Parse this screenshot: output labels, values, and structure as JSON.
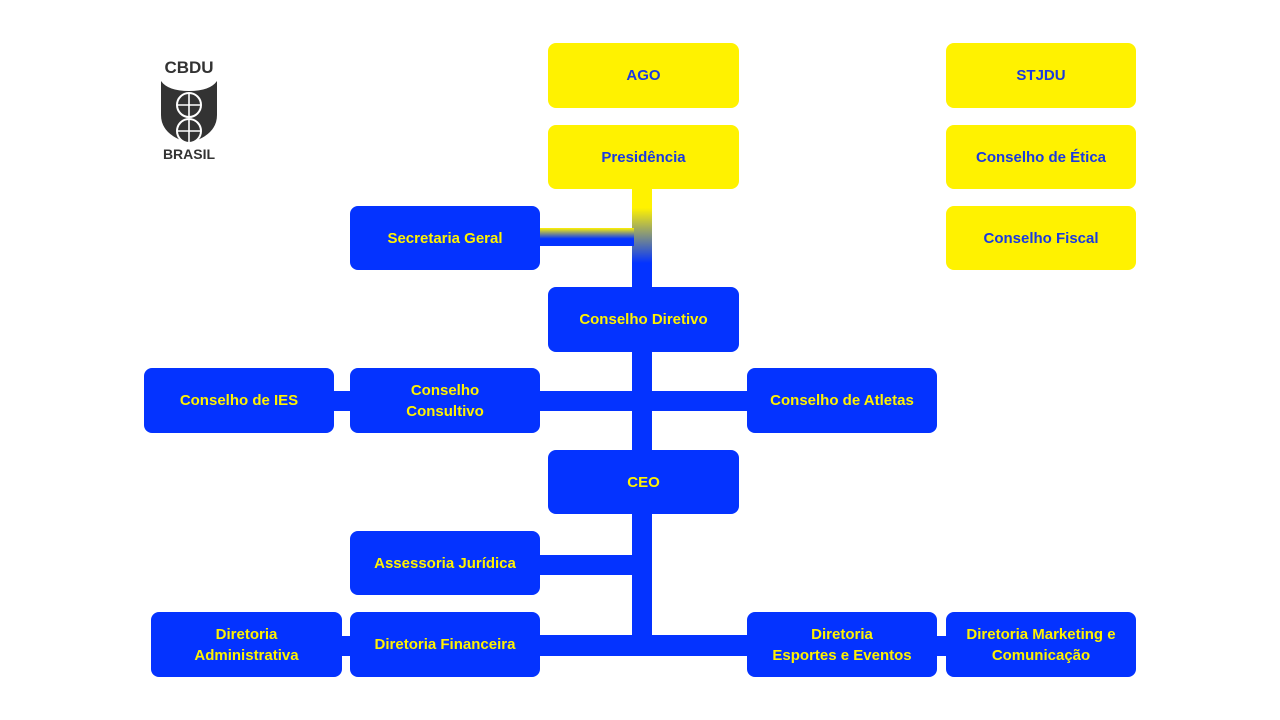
{
  "logo": {
    "top_text": "CBDU",
    "bottom_text": "BRASIL"
  },
  "nodes": {
    "ago": "AGO",
    "presidencia": "Presidência",
    "secretaria_geral": "Secretaria Geral",
    "conselho_diretivo": "Conselho Diretivo",
    "conselho_ies": "Conselho de IES",
    "conselho_consultivo": "Conselho\nConsultivo",
    "conselho_atletas": "Conselho de Atletas",
    "ceo": "CEO",
    "assessoria_juridica": "Assessoria Jurídica",
    "diretoria_administrativa": "Diretoria\nAdministrativa",
    "diretoria_financeira": "Diretoria Financeira",
    "diretoria_esportes": "Diretoria\nEsportes e Eventos",
    "diretoria_marketing": "Diretoria Marketing e\nComunicação",
    "stjdu": "STJDU",
    "conselho_etica": "Conselho de Ética",
    "conselho_fiscal": "Conselho Fiscal"
  },
  "colors": {
    "blue": "#0433FF",
    "yellow": "#FFF200",
    "yellow_text": "#1A3AE0"
  }
}
